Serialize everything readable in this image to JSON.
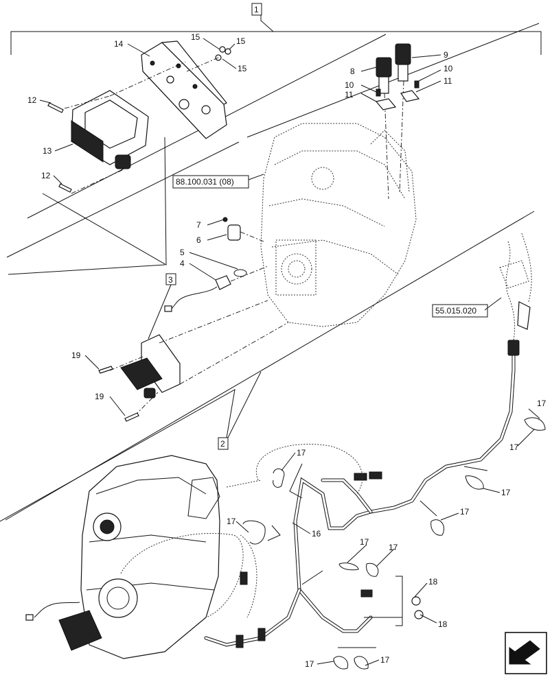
{
  "frames": [
    {
      "id": "frame-1",
      "label": "1"
    },
    {
      "id": "frame-2",
      "label": "2"
    },
    {
      "id": "frame-3",
      "label": "3"
    }
  ],
  "references": {
    "ref_a": "88.100.031 (08)",
    "ref_b": "55.015.020"
  },
  "callouts": {
    "c15a": "15",
    "c15b": "15",
    "c15c": "15",
    "c14": "14",
    "c12a": "12",
    "c12b": "12",
    "c13": "13",
    "c8": "8",
    "c9": "9",
    "c10a": "10",
    "c10b": "10",
    "c11a": "11",
    "c11b": "11",
    "c7": "7",
    "c6": "6",
    "c5": "5",
    "c4": "4",
    "c19a": "19",
    "c19b": "19",
    "c16": "16",
    "c17a": "17",
    "c17b": "17",
    "c17c": "17",
    "c17d": "17",
    "c17e": "17",
    "c17f": "17",
    "c17g": "17",
    "c17h": "17",
    "c17i": "17",
    "c17j": "17",
    "c18a": "18",
    "c18b": "18"
  },
  "icons": {
    "nav_arrow": "arrow-icon"
  }
}
